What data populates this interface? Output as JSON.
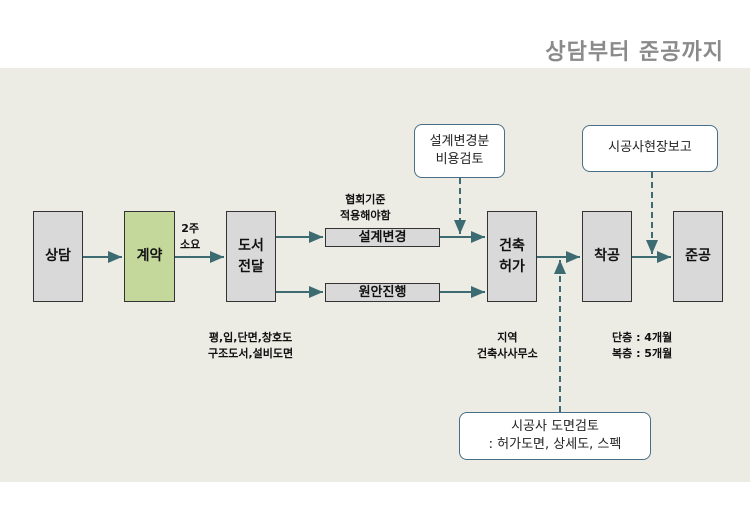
{
  "title": "상담부터 준공까지",
  "colors": {
    "arrow": "#3d6b72",
    "contract": "#c5d89c",
    "box": "#d9d9d9"
  },
  "steps": {
    "consult": "상담",
    "contract": "계약",
    "drawings": "도서\n전달",
    "permit": "건축\n허가",
    "start": "착공",
    "complete": "준공"
  },
  "branches": {
    "change": "설계변경",
    "original": "원안진행"
  },
  "labels": {
    "duration": "2주\n소요",
    "association": "협회기준\n적용해야함",
    "drawing_list": "평,입,단면,창호도\n구조도서,설비도면",
    "local_office": "지역\n건축사사무소",
    "periods": "단층 : 4개월\n복층 : 5개월"
  },
  "callouts": {
    "cost_review": "설계변경분\n비용검토",
    "site_report": "시공사현장보고",
    "contractor_review": "시공사 도면검토\n: 허가도면, 상세도, 스펙"
  }
}
